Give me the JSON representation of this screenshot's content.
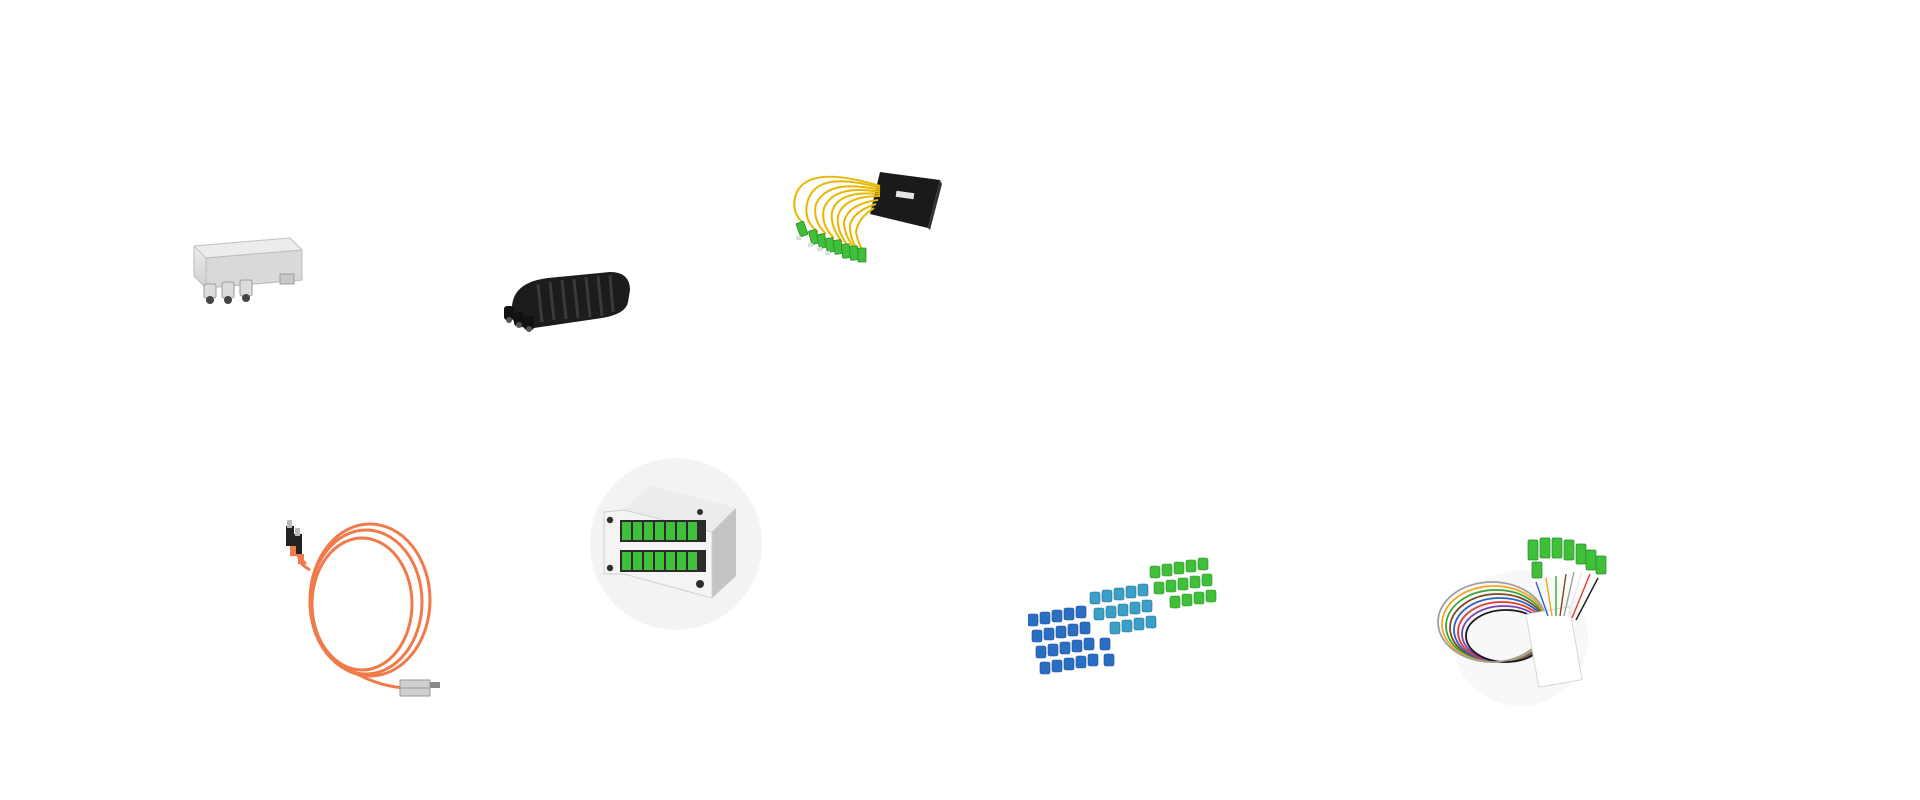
{
  "products": [
    {
      "id": "terminal-box",
      "icon": "fiber-terminal-box-icon"
    },
    {
      "id": "closure",
      "icon": "fiber-splice-closure-icon"
    },
    {
      "id": "plc-splitter",
      "icon": "plc-splitter-abs-box-icon"
    },
    {
      "id": "patch-cord",
      "icon": "fiber-patch-cord-icon"
    },
    {
      "id": "lgx-splitter",
      "icon": "lgx-cassette-splitter-icon"
    },
    {
      "id": "adapters",
      "icon": "fiber-adapters-icon"
    },
    {
      "id": "pigtails",
      "icon": "fiber-pigtails-icon"
    }
  ],
  "colors": {
    "background": "#ffffff",
    "sc_apc_green": "#3fbf3a",
    "fiber_yellow": "#e8b800",
    "fiber_orange": "#f07a4a",
    "sc_upc_blue": "#2b6fc4"
  }
}
